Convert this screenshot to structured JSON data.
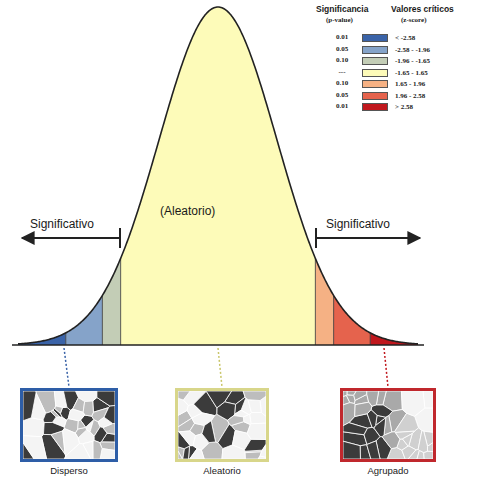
{
  "diagram": {
    "nodes": [
      {
        "text": [
          "Disperso"
        ]
      },
      {
        "text": [
          "Aleatorio"
        ]
      },
      {
        "text": [
          "Agrupado"
        ]
      }
    ],
    "labels": [
      "Significancia",
      "(p-value)",
      "Valores críticos",
      "(z-score)",
      "0.01",
      "0.05",
      "0.10",
      "---",
      "0.10",
      "0.05",
      "0.01",
      "Significativo",
      "(Aleatorio)",
      "Significativo"
    ],
    "legend": [
      {
        "text": "< -2.58",
        "color": "#3a63a8"
      },
      {
        "text": "-2.58 - -1.96",
        "color": "#85a3c9"
      },
      {
        "text": "-1.96 - -1.65",
        "color": "#c3cdb6"
      },
      {
        "text": "-1.65 - 1.65",
        "color": "#fdfbb9"
      },
      {
        "text": "1.65 - 1.96",
        "color": "#f5b184"
      },
      {
        "text": "1.96 - 2.58",
        "color": "#e5634d"
      },
      {
        "text": "> 2.58",
        "color": "#c0171d"
      }
    ]
  }
}
